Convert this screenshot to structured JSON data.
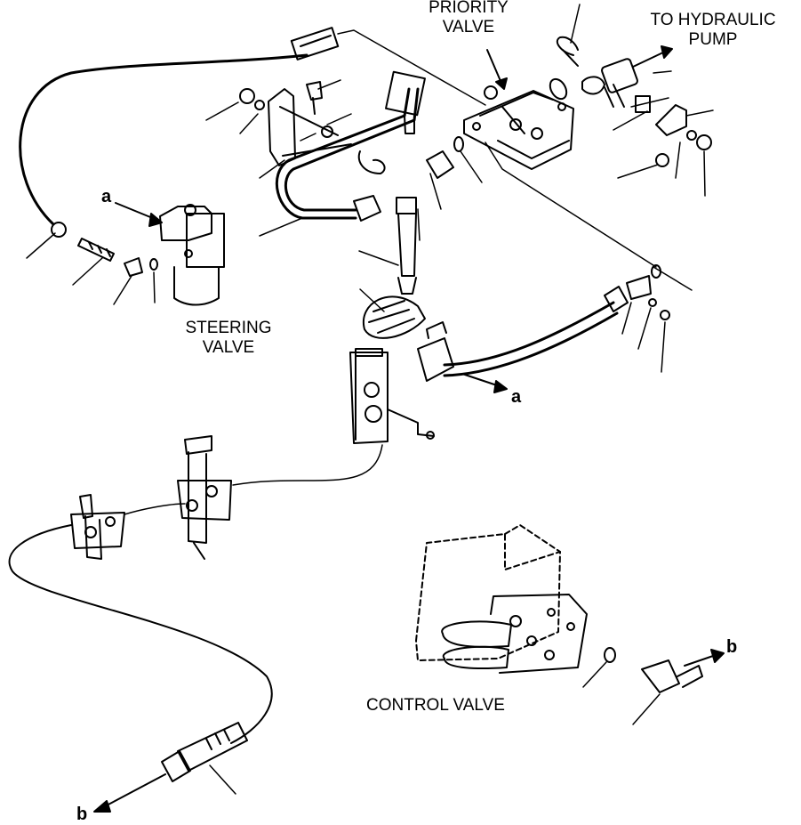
{
  "labels": {
    "priority_valve": "PRIORITY\nVALVE",
    "to_hydraulic_pump": "TO HYDRAULIC\nPUMP",
    "steering_valve": "STEERING\nVALVE",
    "control_valve": "CONTROL VALVE",
    "ref_a_top": "a",
    "ref_a_right": "a",
    "ref_b_right": "b",
    "ref_b_bottom": "b"
  },
  "colors": {
    "line": "#000000",
    "background": "#ffffff"
  }
}
